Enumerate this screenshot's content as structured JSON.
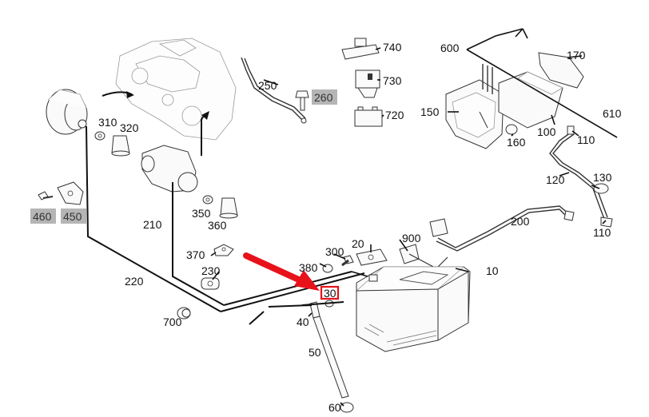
{
  "diagram": {
    "labels": {
      "p10": "10",
      "p20": "20",
      "p30": "30",
      "p40": "40",
      "p50": "50",
      "p60": "60",
      "p100": "100",
      "p110a": "110",
      "p110b": "110",
      "p120": "120",
      "p130": "130",
      "p150": "150",
      "p160": "160",
      "p170": "170",
      "p200": "200",
      "p210": "210",
      "p220": "220",
      "p230": "230",
      "p250": "250",
      "p260": "260",
      "p300": "300",
      "p310": "310",
      "p320": "320",
      "p350": "350",
      "p360": "360",
      "p370": "370",
      "p380": "380",
      "p450": "450",
      "p460": "460",
      "p600": "600",
      "p610": "610",
      "p700": "700",
      "p720": "720",
      "p730": "730",
      "p740": "740",
      "p900": "900"
    },
    "highlighted_part": "30",
    "colors": {
      "highlight": "#e8121b",
      "arrow": "#e8121b",
      "shaded_label_bg": "#b5b5b5",
      "line": "#111111"
    }
  }
}
